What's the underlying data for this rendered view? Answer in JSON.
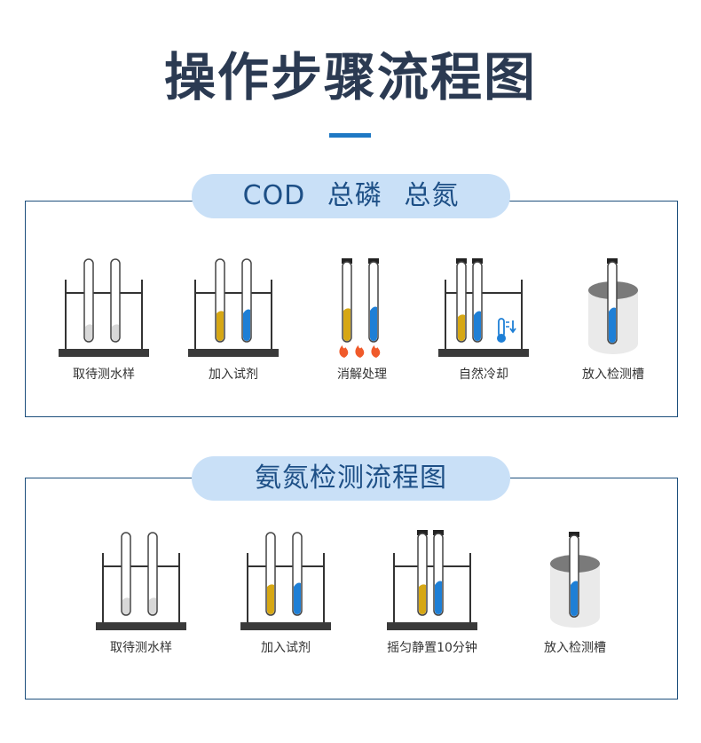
{
  "page": {
    "title": "操作步骤流程图"
  },
  "colors": {
    "accent": "#1e78c4",
    "border": "#1d4f7c",
    "pill_bg": "#c9e0f7",
    "yellow_liquid": "#d6a714",
    "blue_liquid": "#1e7fd6",
    "flame": "#f05a2a"
  },
  "sections": [
    {
      "title": "COD 总磷 总氮",
      "steps": [
        {
          "label": "取待测水样",
          "icon": "empty-tubes-rack-icon"
        },
        {
          "label": "加入试剂",
          "icon": "reagent-tubes-rack-icon"
        },
        {
          "label": "消解处理",
          "icon": "digestion-flame-icon"
        },
        {
          "label": "自然冷却",
          "icon": "cooling-thermometer-icon"
        },
        {
          "label": "放入检测槽",
          "icon": "detection-cell-icon"
        }
      ]
    },
    {
      "title": "氨氮检测流程图",
      "steps": [
        {
          "label": "取待测水样",
          "icon": "empty-tubes-rack-icon"
        },
        {
          "label": "加入试剂",
          "icon": "reagent-tubes-rack-icon"
        },
        {
          "label": "摇匀静置10分钟",
          "icon": "capped-tubes-rack-icon"
        },
        {
          "label": "放入检测槽",
          "icon": "detection-cell-icon"
        }
      ]
    }
  ]
}
